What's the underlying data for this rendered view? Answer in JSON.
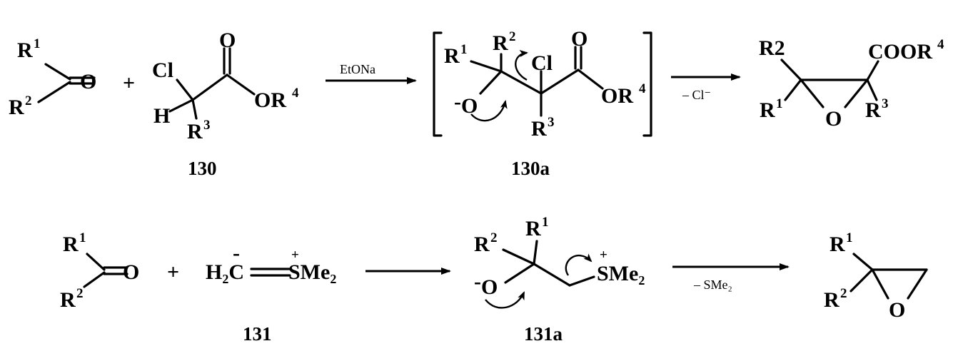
{
  "labels": {
    "R": "R",
    "r1": "1",
    "r2": "2",
    "r3": "3",
    "r4": "4",
    "R2_sub": "R2",
    "O": "O",
    "Cl": "Cl",
    "H": "H",
    "OR": "OR",
    "COOR": "COOR",
    "plus": "+",
    "minus": "-",
    "plus_charge": "+",
    "O_minus": "O",
    "H2C": "H₂C",
    "C": "C",
    "SMe2": "SMe₂",
    "S": "S",
    "Me2": "Me₂"
  },
  "reagents": {
    "row1_arrow": "EtONa",
    "row1_elim": "– Cl⁻",
    "row2_elim": "– SMe₂"
  },
  "compounds": {
    "c130": "130",
    "c130a": "130a",
    "c131": "131",
    "c131a": "131a"
  }
}
